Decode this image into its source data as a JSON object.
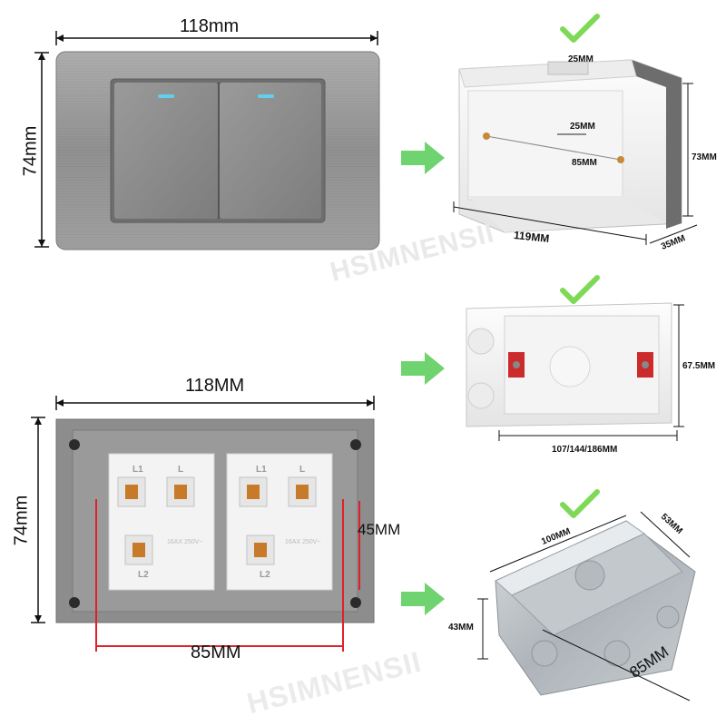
{
  "watermark": "HSIMNENSII",
  "switch": {
    "width_label": "118mm",
    "height_label": "74mm",
    "indicator_color": "#5fd0e8"
  },
  "box_top": {
    "top_slot_label": "25MM",
    "inner_slot_label": "25MM",
    "hole_span_label": "85MM",
    "height_label": "73MM",
    "width_label": "119MM",
    "depth_label": "35MM"
  },
  "socket_back": {
    "width_label": "118MM",
    "height_label": "74mm",
    "vertical_span_label": "45MM",
    "horizontal_span_label": "85MM",
    "terminal_labels": [
      "L1",
      "L",
      "L2"
    ],
    "rating_text": "16AX 250V~"
  },
  "box_mid": {
    "height_label": "67.5MM",
    "width_label": "107/144/186MM"
  },
  "box_metal": {
    "length_label": "100MM",
    "depth_label": "53MM",
    "height_label": "43MM",
    "width_label": "85MM"
  },
  "colors": {
    "check": "#7ed957",
    "arrow": "#6fd36f",
    "measure_red": "#e0202a",
    "plate": "#8d8d8d"
  }
}
